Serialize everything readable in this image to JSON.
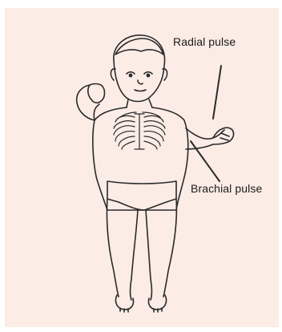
{
  "labels": {
    "radial": "Radial pulse",
    "brachial": "Brachial pulse"
  },
  "colors": {
    "background": "#fbece6",
    "line": "#2a2a2a"
  },
  "icons": [
    "infant-figure-illustration"
  ]
}
